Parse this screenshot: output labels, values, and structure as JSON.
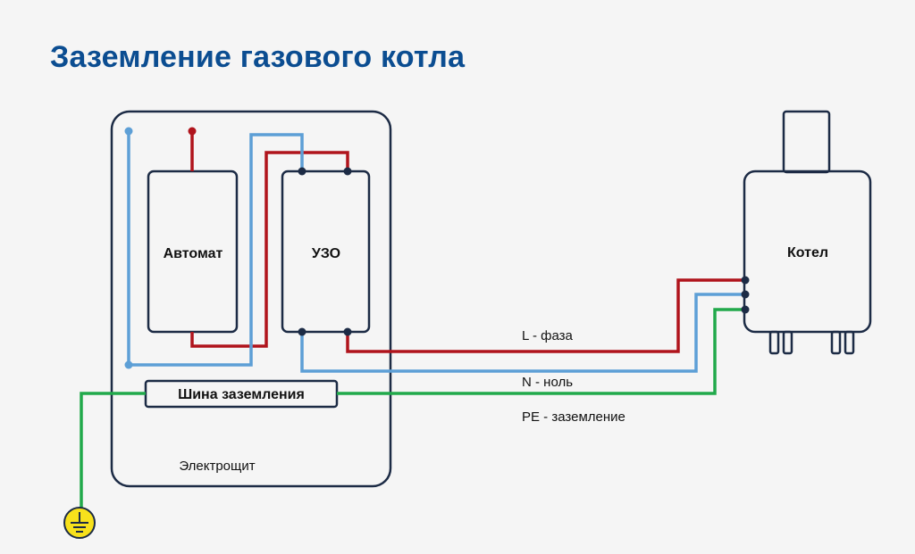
{
  "title": "Заземление газового котла",
  "colors": {
    "title": "#0b4d91",
    "outline": "#1c2b45",
    "phase": "#b0141c",
    "neutral": "#5d9fd6",
    "ground": "#21a94b",
    "ground_symbol": "#f7e11c"
  },
  "panel": {
    "label": "Электрощит"
  },
  "breaker": {
    "label": "Автомат"
  },
  "rcd": {
    "label": "УЗО"
  },
  "ground_bus": {
    "label": "Шина заземления"
  },
  "boiler": {
    "label": "Котел"
  },
  "wires": {
    "phase_label": "L - фаза",
    "neutral_label": "N - ноль",
    "ground_label": "PE - заземление"
  },
  "icons": {
    "ground": "ground-symbol-icon"
  }
}
